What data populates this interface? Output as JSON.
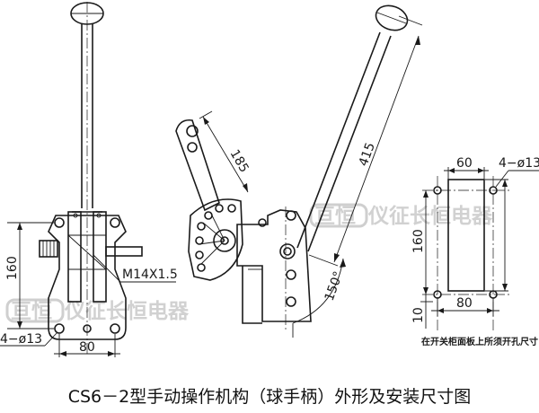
{
  "caption": "CS6－2型手动操作机构（球手柄）外形及安装尺寸图",
  "watermark_text": "仪征长恒电器",
  "left_view": {
    "dim_height": "160",
    "dim_width": "80",
    "dim_holes": "4−ø13",
    "dim_thread": "M14X1.5"
  },
  "middle_view": {
    "dim_link": "185",
    "dim_handle": "415",
    "dim_angle": "150°"
  },
  "right_view": {
    "dim_top_width": "60",
    "dim_holes": "4−ø13",
    "dim_height": "160",
    "dim_bottom_width": "80",
    "dim_offset": "10",
    "note": "在开关柜面板上所须开孔尺寸"
  },
  "colors": {
    "line": "#1a1a1a",
    "watermark": "#c9c9c9"
  }
}
